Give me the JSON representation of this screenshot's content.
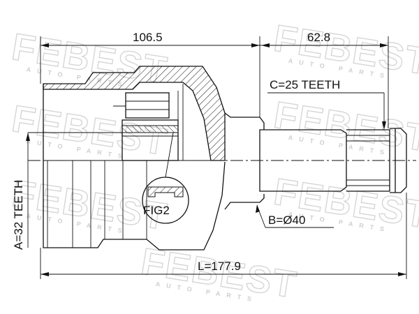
{
  "watermark": {
    "brand": "FEBEST",
    "sub": "AUTO PARTS"
  },
  "dimensions": {
    "housing_length": "106.5",
    "shaft_length": "62.8",
    "total_length": "L=177.9"
  },
  "labels": {
    "spline_outer": "C=25 TEETH",
    "spline_inner": "A=32 TEETH",
    "seal_diameter": "B=Ø40",
    "figure_ref": "FIG2"
  }
}
